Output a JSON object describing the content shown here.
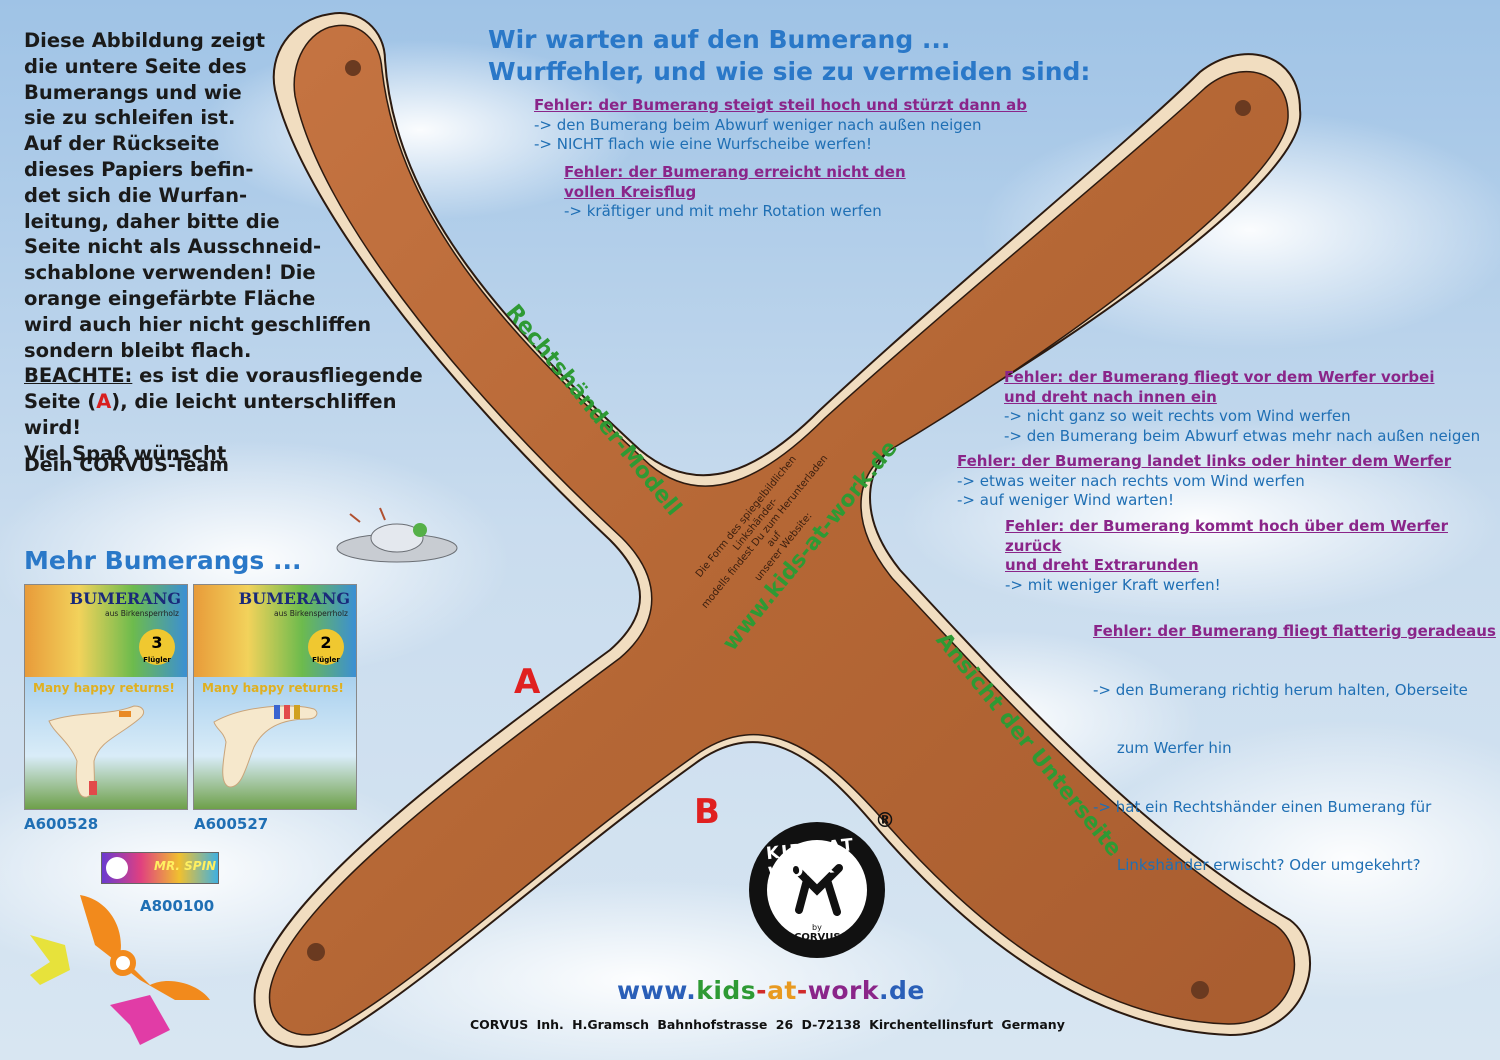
{
  "intro": {
    "lines": [
      "Diese Abbildung zeigt",
      "die untere Seite des",
      "Bumerangs und wie",
      "sie zu schleifen ist.",
      "Auf der Rückseite",
      "dieses Papiers befin-",
      "det sich die Wurfan-",
      "leitung, daher bitte die",
      "Seite nicht als Ausschneid-",
      "schablone verwenden! Die",
      "orange eingefärbte Fläche",
      "wird auch hier nicht geschliffen",
      "sondern bleibt flach."
    ],
    "note_label": "BEACHTE:",
    "note_rest": " es ist die vorausfliegende",
    "note_line2_pre": "Seite (",
    "note_line2_letter": "A",
    "note_line2_post": "), die leicht unterschliffen wird!",
    "closing": "Viel Spaß wünscht",
    "team": "Dein CORVUS-Team"
  },
  "heading": {
    "line1": "Wir warten auf den Bumerang ...",
    "line2": "Wurffehler, und wie sie zu vermeiden sind:"
  },
  "errors": [
    {
      "title": [
        "Fehler: der Bumerang steigt steil hoch und stürzt dann ab"
      ],
      "fixes": [
        "-> den Bumerang beim Abwurf weniger nach außen neigen",
        "-> NICHT flach wie eine Wurfscheibe werfen!"
      ]
    },
    {
      "title": [
        "Fehler: der Bumerang erreicht nicht den",
        "vollen Kreisflug"
      ],
      "fixes": [
        "-> kräftiger und mit mehr Rotation werfen"
      ]
    },
    {
      "title": [
        "Fehler: der Bumerang fliegt vor dem Werfer vorbei",
        "und dreht nach innen ein"
      ],
      "fixes": [
        "-> nicht ganz so weit rechts vom Wind werfen",
        "-> den Bumerang beim Abwurf etwas mehr nach außen neigen"
      ]
    },
    {
      "title": [
        "Fehler: der Bumerang landet links oder hinter dem Werfer"
      ],
      "fixes": [
        "-> etwas weiter nach rechts vom Wind werfen",
        "-> auf weniger Wind warten!"
      ]
    },
    {
      "title": [
        "Fehler: der Bumerang kommt hoch über dem Werfer zurück",
        "und dreht Extrarunden"
      ],
      "fixes": [
        "-> mit weniger Kraft werfen!"
      ]
    },
    {
      "title": [
        "Fehler: der Bumerang fliegt flatterig geradeaus"
      ],
      "fixes": [
        "-> den Bumerang richtig herum halten, Oberseite",
        "     zum Werfer hin",
        "-> hat ein Rechtshänder einen Bumerang für",
        "     Linkshänder erwischt? Oder umgekehrt?"
      ]
    }
  ],
  "boomerang": {
    "label_right_hand": "Rechtshänder-Modell",
    "label_underside": "Ansicht der Unterseite",
    "center_note": [
      "Die Form des spiegelbildlichen Linkshänder-",
      "modells findest Du zum Herunterladen auf",
      "unserer Website:"
    ],
    "center_url": "www.kids-at-work.de",
    "letter_a": "A",
    "letter_b": "B"
  },
  "more": {
    "title": "Mehr Bumerangs ...",
    "products": [
      {
        "code": "A600528",
        "title": "BUMERANG",
        "sub": "aus Birkensperrholz",
        "wings": "3",
        "wings_label": "Flügler",
        "slogan": "Many happy returns!"
      },
      {
        "code": "A600527",
        "title": "BUMERANG",
        "sub": "aus Birkensperrholz",
        "wings": "2",
        "wings_label": "Flügler",
        "slogan": "Many happy returns!"
      },
      {
        "code": "A800100",
        "title": "MR. SPIN"
      }
    ]
  },
  "logo": {
    "text": "KIDS AT WORK",
    "reg": "®",
    "by": "by",
    "brand": "CORVUS"
  },
  "footer": {
    "url_parts": [
      "www.",
      "kids",
      "-",
      "at",
      "-",
      "work",
      ".de"
    ],
    "address": "CORVUS  Inh. H.Gramsch  Bahnhofstrasse 26  D-72138  Kirchentellinsfurt  Germany"
  },
  "colors": {
    "sky": "#b9d3ea",
    "wood_face": "#b86a3a",
    "wood_edge": "#f0dcc0",
    "blue": "#2a78c8",
    "purple": "#8a2589",
    "green": "#2e9a34",
    "red": "#e02020"
  }
}
